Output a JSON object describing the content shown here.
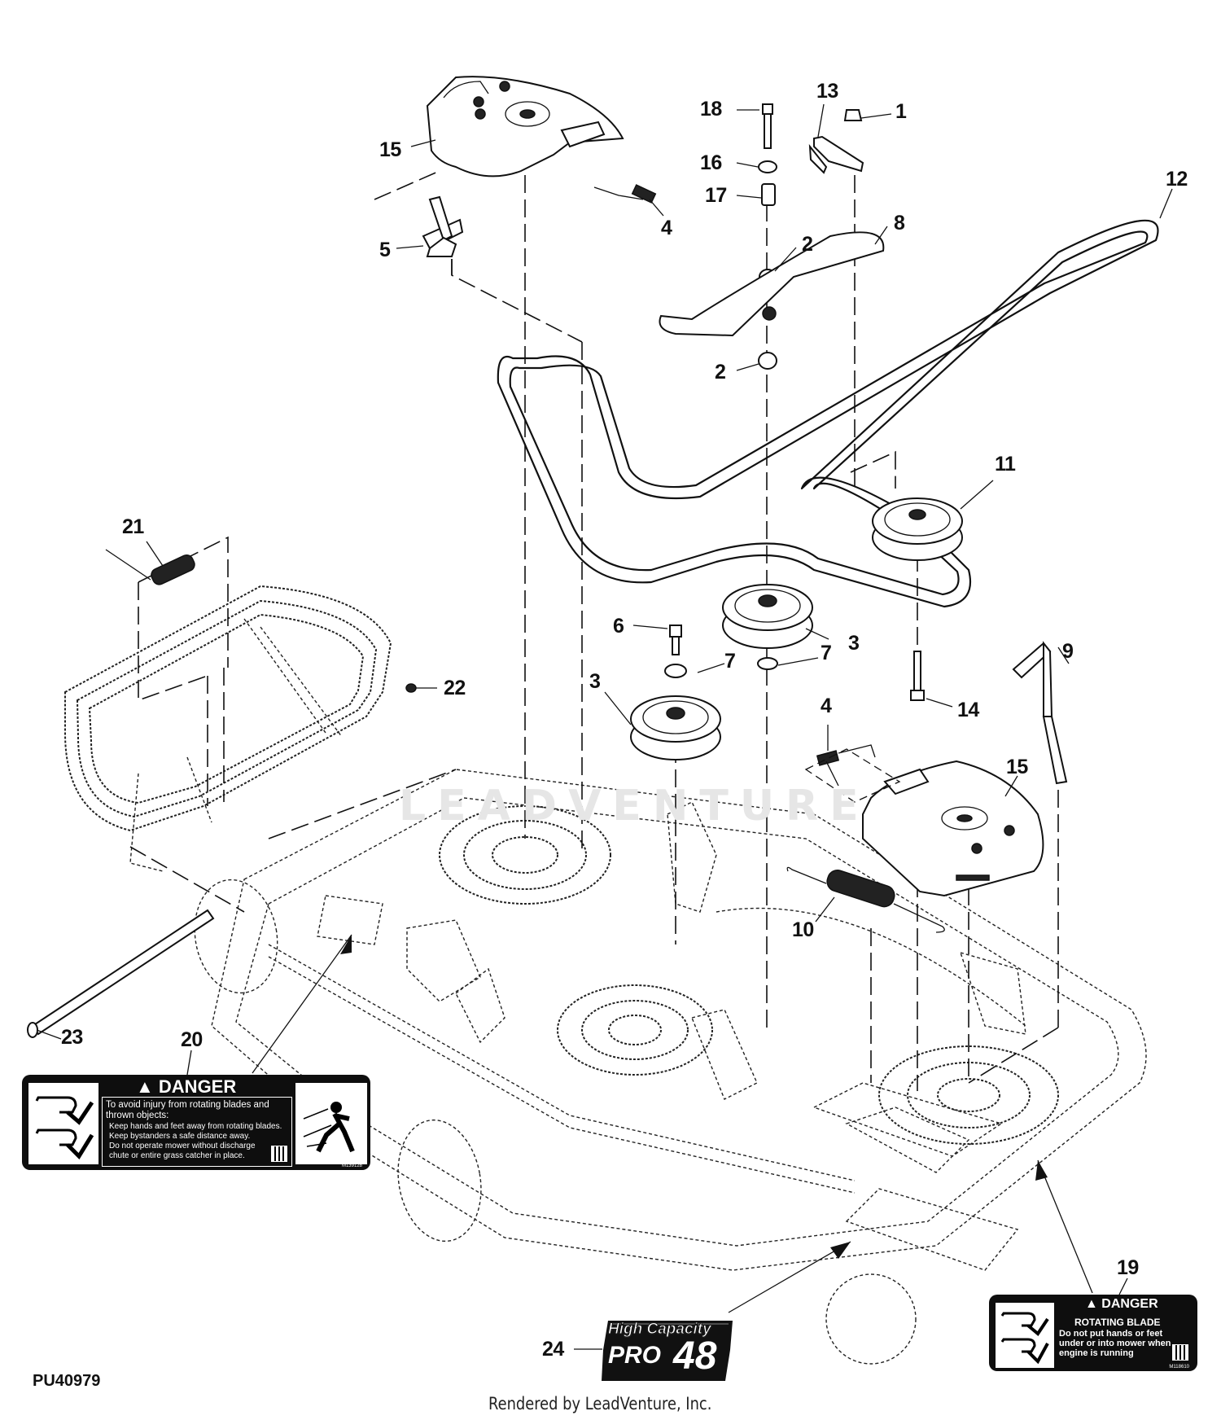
{
  "diagram": {
    "title": "Mower deck belt, idlers and decals exploded view",
    "document_id": "PU40979",
    "footer": "Rendered by LeadVenture, Inc.",
    "watermark": "LEADVENTURE",
    "callouts": [
      {
        "id": "c18",
        "label": "18"
      },
      {
        "id": "c13",
        "label": "13"
      },
      {
        "id": "c1",
        "label": "1"
      },
      {
        "id": "c15a",
        "label": "15"
      },
      {
        "id": "c16",
        "label": "16"
      },
      {
        "id": "c17",
        "label": "17"
      },
      {
        "id": "c4a",
        "label": "4"
      },
      {
        "id": "c12",
        "label": "12"
      },
      {
        "id": "c5",
        "label": "5"
      },
      {
        "id": "c8",
        "label": "8"
      },
      {
        "id": "c2a",
        "label": "2"
      },
      {
        "id": "c2b",
        "label": "2"
      },
      {
        "id": "c11",
        "label": "11"
      },
      {
        "id": "c21",
        "label": "21"
      },
      {
        "id": "c6",
        "label": "6"
      },
      {
        "id": "c3a",
        "label": "3"
      },
      {
        "id": "c7a",
        "label": "7"
      },
      {
        "id": "c7b",
        "label": "7"
      },
      {
        "id": "c3b",
        "label": "3"
      },
      {
        "id": "c9",
        "label": "9"
      },
      {
        "id": "c22",
        "label": "22"
      },
      {
        "id": "c14",
        "label": "14"
      },
      {
        "id": "c4b",
        "label": "4"
      },
      {
        "id": "c15b",
        "label": "15"
      },
      {
        "id": "c10",
        "label": "10"
      },
      {
        "id": "c23",
        "label": "23"
      },
      {
        "id": "c20",
        "label": "20"
      },
      {
        "id": "c19",
        "label": "19"
      },
      {
        "id": "c24",
        "label": "24"
      }
    ],
    "decal_20": {
      "heading": "DANGER",
      "lead": "To avoid injury from rotating blades and\nthrown objects:",
      "body": "Keep hands and feet away from rotating blades.\nKeep bystanders a safe distance away.\nDo not operate mower without discharge\nchute or entire grass catcher in place.",
      "code": "M139128"
    },
    "decal_19": {
      "heading": "DANGER",
      "subheading": "ROTATING BLADE",
      "body": "Do not put hands or feet\nunder or into mower when\nengine is running",
      "code": "M118610"
    },
    "decal_24": {
      "line1": "High Capacity",
      "line2": "PRO",
      "line3": "48"
    }
  }
}
